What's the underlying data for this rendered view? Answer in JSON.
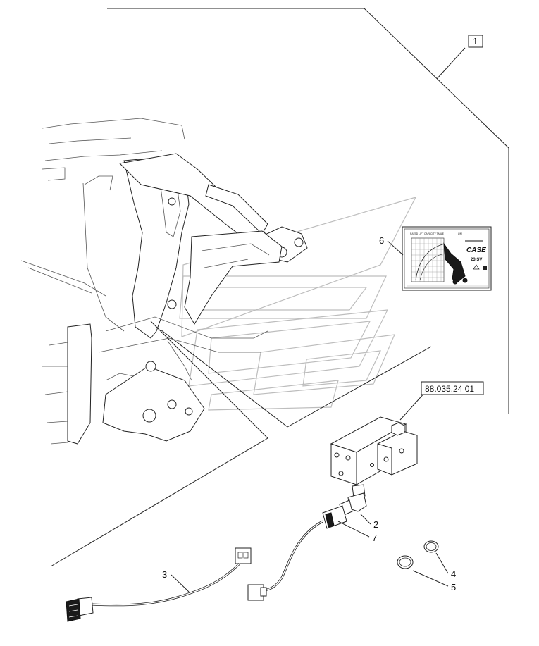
{
  "diagram": {
    "callouts": [
      {
        "id": "callout-1",
        "label": "1"
      },
      {
        "id": "callout-2",
        "label": "2"
      },
      {
        "id": "callout-3",
        "label": "3"
      },
      {
        "id": "callout-4",
        "label": "4"
      },
      {
        "id": "callout-5",
        "label": "5"
      },
      {
        "id": "callout-6",
        "label": "6"
      },
      {
        "id": "callout-7",
        "label": "7"
      }
    ],
    "reference_box": "88.035.24 01",
    "decal": {
      "title": "RATED LIFT CAPACITY TABLE",
      "brand": "CASE",
      "model": "23 SV"
    }
  },
  "colors": {
    "line": "#222222",
    "watermark": "#bdbdbd",
    "background": "#ffffff"
  }
}
